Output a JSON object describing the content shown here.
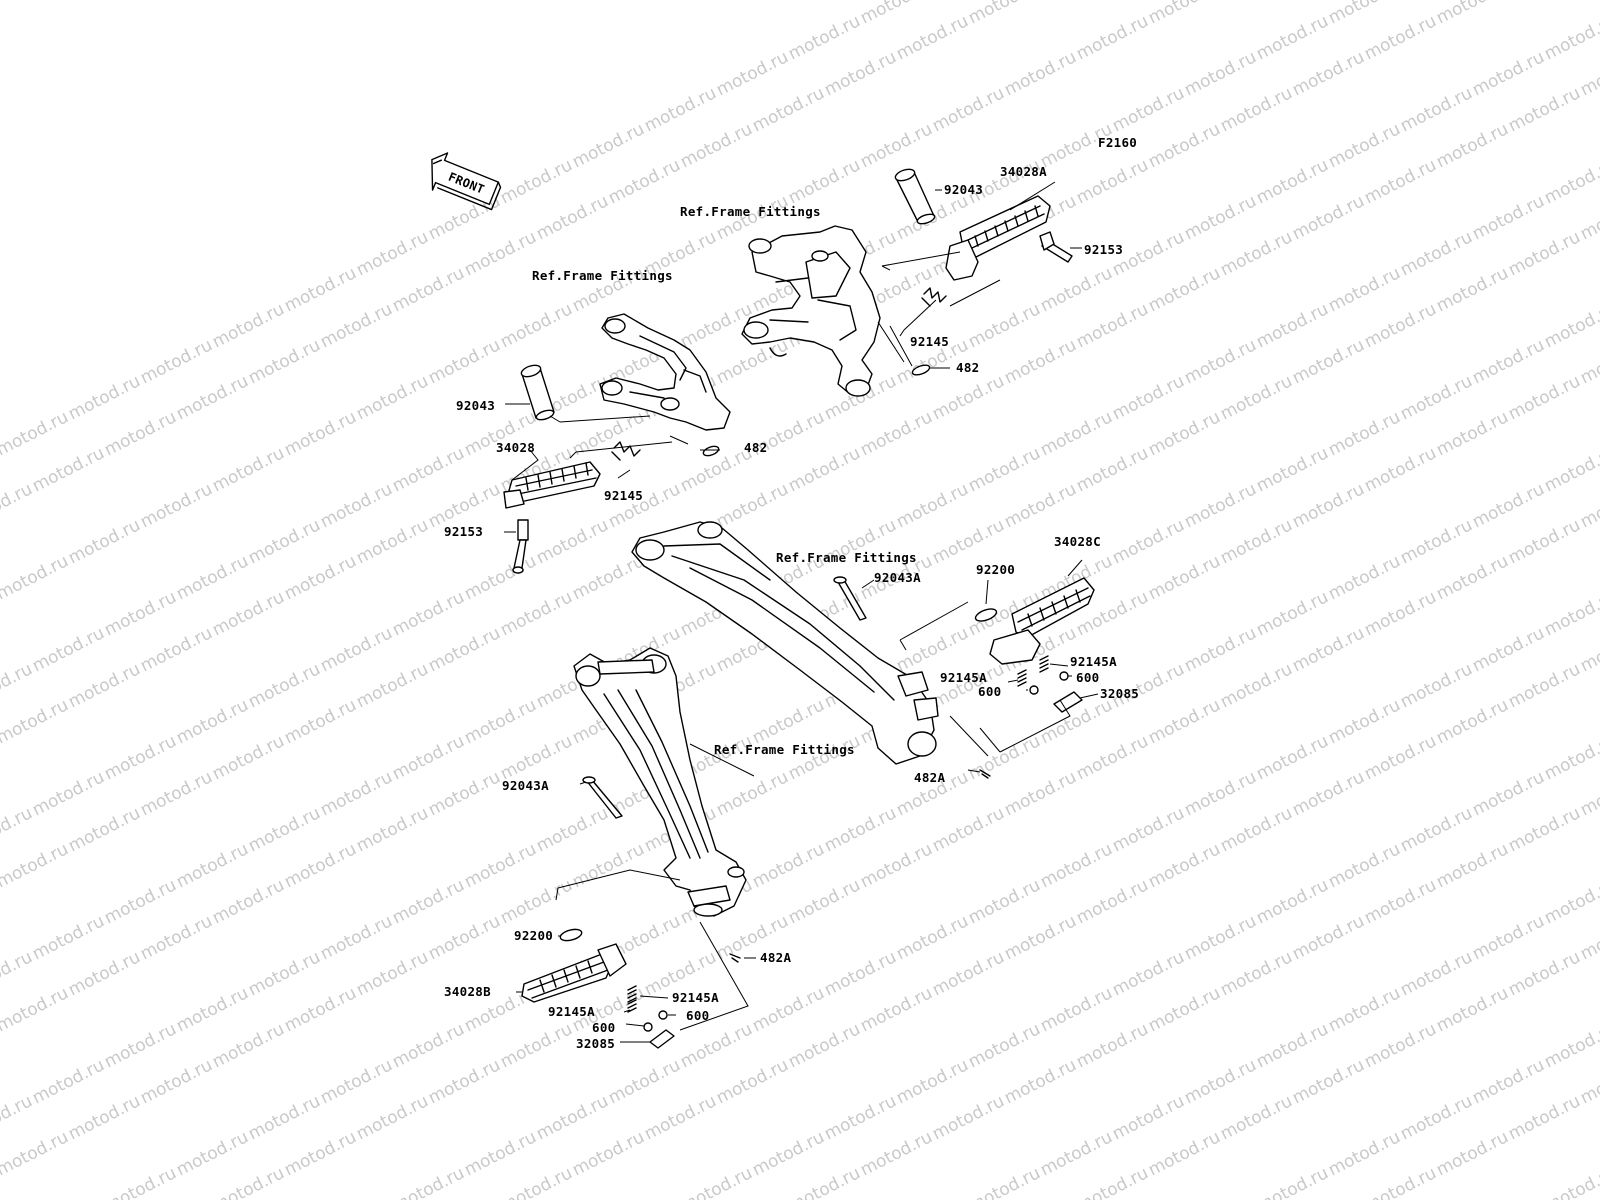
{
  "figure_code": "F2160",
  "front_arrow_text": "FRONT",
  "watermark": "motod.ru",
  "labels": {
    "ref_a": "Ref.Frame Fittings",
    "ref_b": "Ref.Frame Fittings",
    "ref_c": "Ref.Frame Fittings",
    "ref_d": "Ref.Frame Fittings",
    "p92043_tr": "92043",
    "p34028A": "34028A",
    "p92153_tr": "92153",
    "p92145_tr": "92145",
    "p482_tr": "482",
    "p92043_l": "92043",
    "p482_l": "482",
    "p34028": "34028",
    "p92145_l": "92145",
    "p92153_l": "92153",
    "p34028C": "34028C",
    "p92200_r": "92200",
    "p92043A_r": "92043A",
    "p92145A_r1": "92145A",
    "p92145A_r2": "92145A",
    "p600_r1": "600",
    "p600_r2": "600",
    "p32085_r": "32085",
    "p482A_r": "482A",
    "p92043A_l": "92043A",
    "p92200_l": "92200",
    "p482A_l": "482A",
    "p34028B": "34028B",
    "p92145A_l1": "92145A",
    "p92145A_l2": "92145A",
    "p600_l1": "600",
    "p600_l2": "600",
    "p32085_l": "32085"
  }
}
